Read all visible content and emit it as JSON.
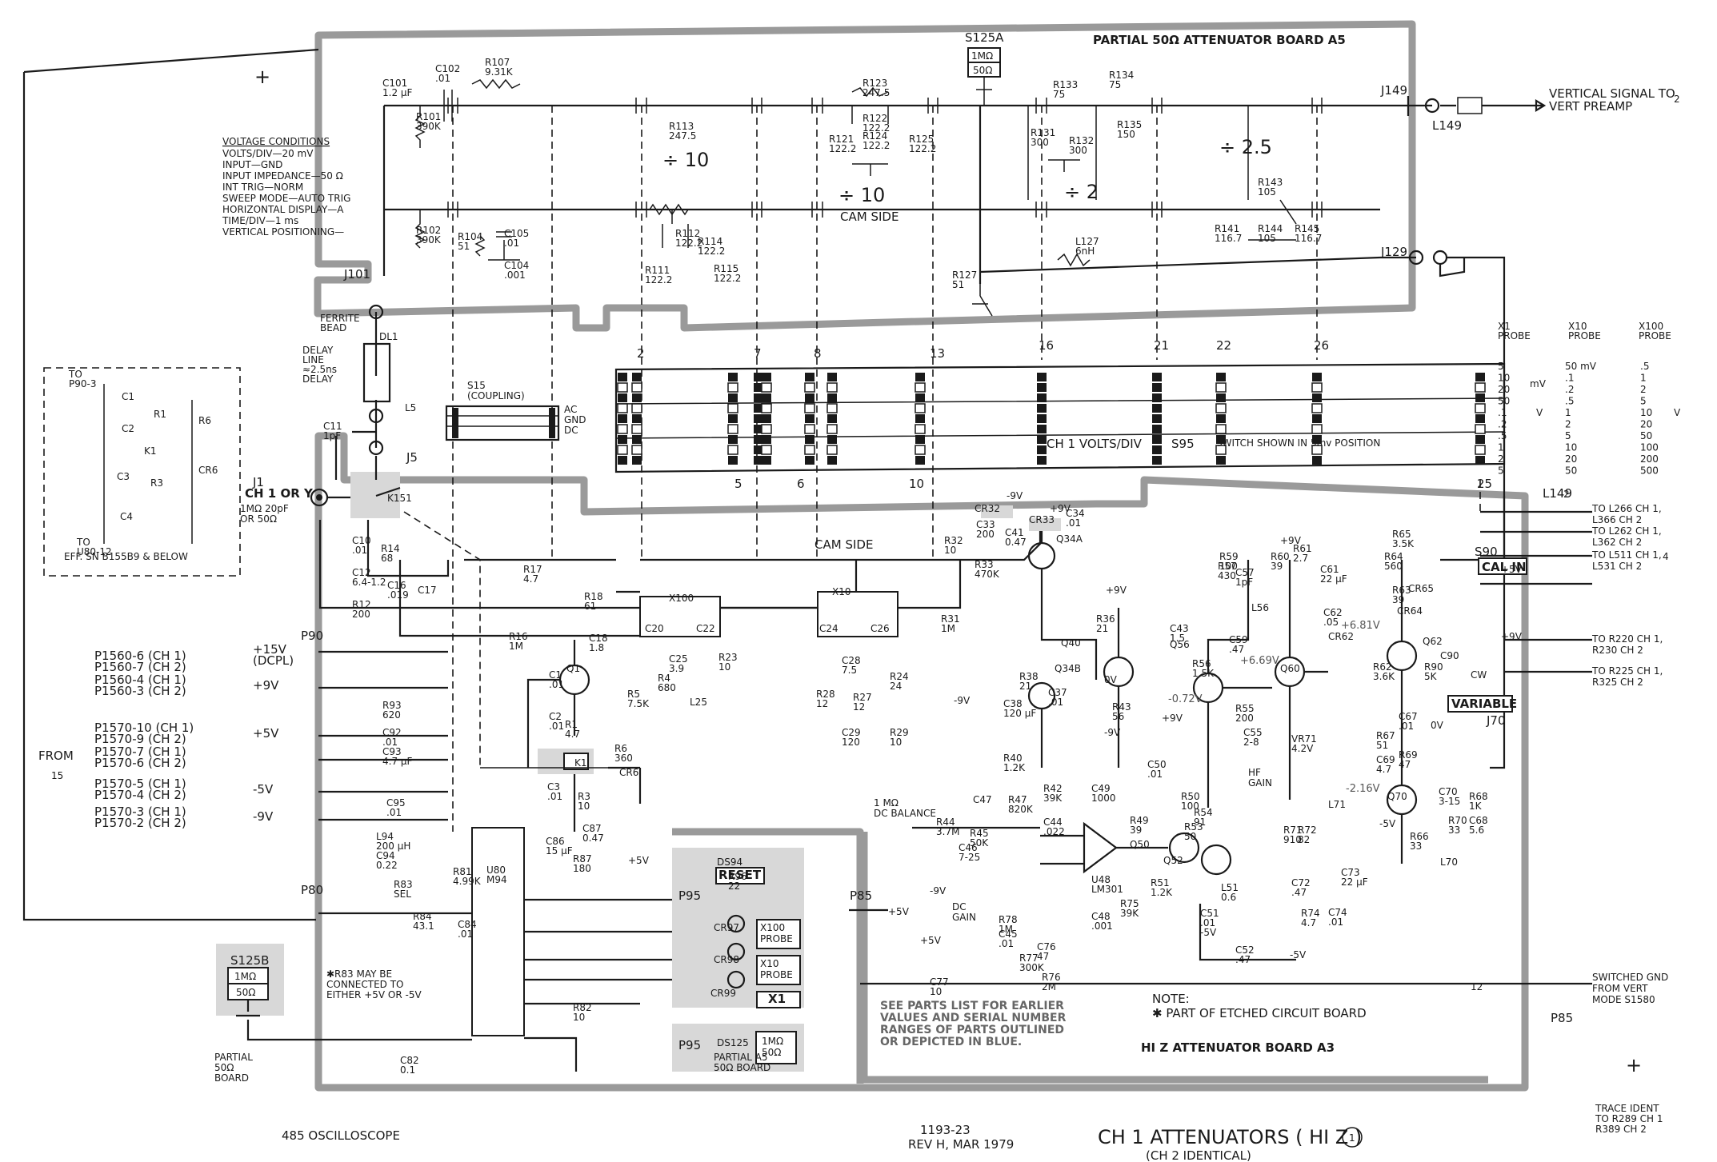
{
  "drawing": {
    "title": "CH 1 ATTENUATORS ( HI Z )",
    "title_ref": "1",
    "subtitle": "(CH 2 IDENTICAL)",
    "instrument": "485 OSCILLOSCOPE",
    "drawing_number": "1193-23",
    "revision": "REV H, MAR 1979"
  },
  "boards": {
    "a5": "PARTIAL 50Ω ATTENUATOR BOARD A5",
    "a3": "HI Z ATTENUATOR BOARD A3",
    "partial_a5": "PARTIAL A5\n50Ω BOARD",
    "partial_50": "PARTIAL\n50Ω\nBOARD"
  },
  "voltage_conditions": {
    "heading": "VOLTAGE CONDITIONS",
    "lines": [
      "VOLTS/DIV—20 mV",
      "INPUT—GND",
      "INPUT IMPEDANCE—50 Ω",
      "INT TRIG—NORM",
      "SWEEP MODE—AUTO TRIG",
      "HORIZONTAL DISPLAY—A",
      "TIME/DIV—1 ms",
      "VERTICAL POSITIONING—"
    ]
  },
  "notes": {
    "parts_list": "SEE PARTS LIST FOR EARLIER\nVALUES AND SERIAL NUMBER\nRANGES OF PARTS OUTLINED\nOR DEPICTED IN BLUE.",
    "note_heading": "NOTE:",
    "note_text": "✱ PART OF ETCHED CIRCUIT BOARD",
    "r83_note": "✱R83 MAY BE\nCONNECTED TO\nEITHER +5V OR -5V",
    "eff_sn": "EFF. SN B155B9 & BELOW"
  },
  "switches": {
    "s95": "CH 1 VOLTS/DIV",
    "s95_id": "S95",
    "s95_note": "SWITCH SHOWN IN 5mv POSITION",
    "s15": "S15\n(COUPLING)",
    "s15_positions": [
      "AC",
      "GND",
      "DC"
    ],
    "s125a": "S125A",
    "s125a_options": [
      "1MΩ",
      "50Ω"
    ],
    "s125b": "S125B",
    "s125b_options": [
      "1MΩ",
      "50Ω"
    ],
    "s90": "S90",
    "s90_label": "CAL IN",
    "variable": "VARIABLE",
    "cam_side": "CAM SIDE",
    "cam_numbers": [
      "2",
      "7",
      "8",
      "13",
      "16",
      "21",
      "22",
      "26",
      "5",
      "6",
      "10",
      "25"
    ]
  },
  "probe_table": {
    "headers": [
      "X1\nPROBE",
      "X10\nPROBE",
      "X100\nPROBE"
    ],
    "x1": [
      "5",
      "10",
      "20",
      "50",
      ".1",
      ".2",
      ".5",
      "1",
      "2",
      "5"
    ],
    "x10": [
      "50 mV",
      ".1",
      ".2",
      ".5",
      "1",
      "2",
      "5",
      "10",
      "20",
      "50"
    ],
    "x100": [
      ".5",
      "1",
      "2",
      "5",
      "10",
      "20",
      "50",
      "100",
      "200",
      "500"
    ],
    "unit_mv": "mV",
    "unit_v": "V"
  },
  "connections": {
    "vertical_signal": "VERTICAL SIGNAL TO\nVERT PREAMP",
    "vertical_ref": "2",
    "to_l266": "TO L266 CH 1,\nL366 CH 2",
    "to_l262": "TO L262 CH 1,\nL362 CH 2",
    "to_l511": "TO L511 CH 1,\nL531 CH 2",
    "to_r220": "TO R220 CH 1,\nR230 CH 2",
    "to_r225": "TO R225 CH 1,\nR325 CH 2",
    "switched_gnd": "SWITCHED GND\nFROM VERT\nMODE S1580",
    "trace_ident": "TRACE IDENT\nTO R289 CH 1\nR389 CH 2",
    "from": "FROM",
    "from_ref": "15",
    "input": "CH 1 OR Y",
    "input_imp": "1MΩ 20pF\nOR 50Ω",
    "ref_2": "2",
    "ref_4": "4",
    "ref_12": "12"
  },
  "p1560_labels": [
    "P1560-6 (CH 1)\nP1560-7 (CH 2)",
    "P1560-4 (CH 1)\nP1560-3 (CH 2)",
    "P1570-10 (CH 1)\nP1570-9 (CH 2)",
    "P1570-7 (CH 1)\nP1570-6 (CH 2)",
    "P1570-5 (CH 1)\nP1570-4 (CH 2)",
    "P1570-3 (CH 1)\nP1570-2 (CH 2)"
  ],
  "supply_labels": [
    "+15V\n(DCPL)",
    "+9V",
    "+5V",
    "-5V",
    "-9V"
  ],
  "connectors": [
    "J101",
    "J149",
    "J129",
    "J1",
    "J5",
    "J70",
    "P90",
    "P80",
    "P95",
    "P85",
    "L149"
  ],
  "components": {
    "a5_board": [
      {
        "ref": "C101",
        "val": "1.2 μF"
      },
      {
        "ref": "C102",
        "val": ".01"
      },
      {
        "ref": "R107",
        "val": "9.31K"
      },
      {
        "ref": "R101",
        "val": "390K"
      },
      {
        "ref": "R102",
        "val": "390K"
      },
      {
        "ref": "R104",
        "val": "51"
      },
      {
        "ref": "C105",
        "val": ".01"
      },
      {
        "ref": "C104",
        "val": ".001"
      },
      {
        "ref": "R113",
        "val": "247.5"
      },
      {
        "ref": "R112",
        "val": "122.2"
      },
      {
        "ref": "R114",
        "val": "122.2"
      },
      {
        "ref": "R111",
        "val": "122.2"
      },
      {
        "ref": "R115",
        "val": "122.2"
      },
      {
        "ref": "R123",
        "val": "247.5"
      },
      {
        "ref": "R121",
        "val": "122.2"
      },
      {
        "ref": "R122",
        "val": "122.2"
      },
      {
        "ref": "R124",
        "val": "122.2"
      },
      {
        "ref": "R125",
        "val": "122.2"
      },
      {
        "ref": "R133",
        "val": "75"
      },
      {
        "ref": "R134",
        "val": "75"
      },
      {
        "ref": "R131",
        "val": "300"
      },
      {
        "ref": "R132",
        "val": "300"
      },
      {
        "ref": "R135",
        "val": "150"
      },
      {
        "ref": "R143",
        "val": "105"
      },
      {
        "ref": "R141",
        "val": "116.7"
      },
      {
        "ref": "R144",
        "val": "105"
      },
      {
        "ref": "R145",
        "val": "116.7"
      },
      {
        "ref": "L127",
        "val": "6nH"
      },
      {
        "ref": "R127",
        "val": "51"
      }
    ],
    "dividers": [
      "÷ 10",
      "÷ 10",
      "÷ 2",
      "÷ 2.5"
    ],
    "a3_board": [
      {
        "ref": "C11",
        "val": "1pF"
      },
      {
        "ref": "K151",
        "val": ""
      },
      {
        "ref": "C10",
        "val": ".01"
      },
      {
        "ref": "R14",
        "val": "68"
      },
      {
        "ref": "C12",
        "val": "6.4-1.2"
      },
      {
        "ref": "C16",
        "val": ".019"
      },
      {
        "ref": "C17",
        "val": ""
      },
      {
        "ref": "R12",
        "val": "200"
      },
      {
        "ref": "R17",
        "val": "4.7"
      },
      {
        "ref": "R18",
        "val": "61"
      },
      {
        "ref": "R16",
        "val": "1M"
      },
      {
        "ref": "C18",
        "val": "1.8"
      },
      {
        "ref": "X100",
        "val": ""
      },
      {
        "ref": "C20",
        "val": ""
      },
      {
        "ref": "C22",
        "val": ""
      },
      {
        "ref": "X10",
        "val": ""
      },
      {
        "ref": "C24",
        "val": ""
      },
      {
        "ref": "C26",
        "val": ""
      },
      {
        "ref": "C25",
        "val": "3.9"
      },
      {
        "ref": "R4",
        "val": "680"
      },
      {
        "ref": "R23",
        "val": "10"
      },
      {
        "ref": "L25",
        "val": ""
      },
      {
        "ref": "R5",
        "val": "7.5K"
      },
      {
        "ref": "Q1",
        "val": ""
      },
      {
        "ref": "C1",
        "val": ".01"
      },
      {
        "ref": "C2",
        "val": ".01"
      },
      {
        "ref": "R1",
        "val": "4.7"
      },
      {
        "ref": "K1",
        "val": ""
      },
      {
        "ref": "R6",
        "val": "360"
      },
      {
        "ref": "CR6",
        "val": ""
      },
      {
        "ref": "C3",
        "val": ".01"
      },
      {
        "ref": "R3",
        "val": "10"
      },
      {
        "ref": "C28",
        "val": "7.5"
      },
      {
        "ref": "R24",
        "val": "24"
      },
      {
        "ref": "R28",
        "val": "12"
      },
      {
        "ref": "R27",
        "val": "12"
      },
      {
        "ref": "C29",
        "val": "120"
      },
      {
        "ref": "R29",
        "val": "10"
      },
      {
        "ref": "R31",
        "val": "1M"
      },
      {
        "ref": "R32",
        "val": "10"
      },
      {
        "ref": "CR32",
        "val": ""
      },
      {
        "ref": "C33",
        "val": "200"
      },
      {
        "ref": "CR33",
        "val": ""
      },
      {
        "ref": "R33",
        "val": "470K"
      },
      {
        "ref": "C34",
        "val": ".01"
      },
      {
        "ref": "Q34A",
        "val": ""
      },
      {
        "ref": "C41",
        "val": "0.47"
      },
      {
        "ref": "R36",
        "val": "21"
      },
      {
        "ref": "Q40",
        "val": ""
      },
      {
        "ref": "Q34B",
        "val": ""
      },
      {
        "ref": "R38",
        "val": "21"
      },
      {
        "ref": "C37",
        "val": ".01"
      },
      {
        "ref": "C38",
        "val": "120 μF"
      },
      {
        "ref": "R40",
        "val": "1.2K"
      },
      {
        "ref": "R43",
        "val": "56"
      },
      {
        "ref": "C43",
        "val": "1.5"
      },
      {
        "ref": "Q56",
        "val": ""
      },
      {
        "ref": "R56",
        "val": "1.5K"
      },
      {
        "ref": "R59",
        "val": "100"
      },
      {
        "ref": "R57",
        "val": "430"
      },
      {
        "ref": "C57",
        "val": "1pF"
      },
      {
        "ref": "L56",
        "val": ""
      },
      {
        "ref": "C59",
        "val": ".47"
      },
      {
        "ref": "R60",
        "val": "39"
      },
      {
        "ref": "R61",
        "val": "2.7"
      },
      {
        "ref": "Q60",
        "val": ""
      },
      {
        "ref": "C61",
        "val": "22 μF"
      },
      {
        "ref": "C62",
        "val": ".05"
      },
      {
        "ref": "CR62",
        "val": ""
      },
      {
        "ref": "R55",
        "val": "200"
      },
      {
        "ref": "C55",
        "val": "2-8"
      },
      {
        "ref": "VR71",
        "val": "4.2V"
      },
      {
        "ref": "R65",
        "val": "3.5K"
      },
      {
        "ref": "R64",
        "val": "560"
      },
      {
        "ref": "CR65",
        "val": ""
      },
      {
        "ref": "CR64",
        "val": ""
      },
      {
        "ref": "R63",
        "val": "39"
      },
      {
        "ref": "Q62",
        "val": ""
      },
      {
        "ref": "R62",
        "val": "3.6K"
      },
      {
        "ref": "R90",
        "val": "5K"
      },
      {
        "ref": "C90",
        "val": ""
      },
      {
        "ref": "C67",
        "val": ".01"
      },
      {
        "ref": "R67",
        "val": "51"
      },
      {
        "ref": "C69",
        "val": "4.7"
      },
      {
        "ref": "R69",
        "val": "47"
      },
      {
        "ref": "Q70",
        "val": ""
      },
      {
        "ref": "C70",
        "val": "3-15"
      },
      {
        "ref": "R70",
        "val": "33"
      },
      {
        "ref": "R66",
        "val": "33"
      },
      {
        "ref": "L70",
        "val": ""
      },
      {
        "ref": "R68",
        "val": "1K"
      },
      {
        "ref": "C68",
        "val": "5.6"
      },
      {
        "ref": "L71",
        "val": ""
      },
      {
        "ref": "R71",
        "val": "910"
      },
      {
        "ref": "R72",
        "val": "82"
      },
      {
        "ref": "C73",
        "val": "22 μF"
      },
      {
        "ref": "C72",
        "val": ".47"
      },
      {
        "ref": "R74",
        "val": "4.7"
      },
      {
        "ref": "C74",
        "val": ".01"
      },
      {
        "ref": "R42",
        "val": "39K"
      },
      {
        "ref": "C49",
        "val": "1000"
      },
      {
        "ref": "C50",
        "val": ".01"
      },
      {
        "ref": "R50",
        "val": "100"
      },
      {
        "ref": "R54",
        "val": "91"
      },
      {
        "ref": "R53",
        "val": "50"
      },
      {
        "ref": "R49",
        "val": "39"
      },
      {
        "ref": "Q50",
        "val": ""
      },
      {
        "ref": "Q52",
        "val": ""
      },
      {
        "ref": "R51",
        "val": "1.2K"
      },
      {
        "ref": "C51",
        "val": ".01"
      },
      {
        "ref": "L51",
        "val": "0.6"
      },
      {
        "ref": "C52",
        "val": ".47"
      },
      {
        "ref": "R75",
        "val": "39K"
      },
      {
        "ref": "U48",
        "val": "LM301"
      },
      {
        "ref": "C48",
        "val": ".001"
      },
      {
        "ref": "C44",
        "val": ".022"
      },
      {
        "ref": "C47",
        "val": ""
      },
      {
        "ref": "R44",
        "val": "3.7M"
      },
      {
        "ref": "R45",
        "val": "50K"
      },
      {
        "ref": "R47",
        "val": "820K"
      },
      {
        "ref": "C46",
        "val": "7-25"
      },
      {
        "ref": "C45",
        "val": ".01"
      },
      {
        "ref": "R78",
        "val": "1M"
      },
      {
        "ref": "R77",
        "val": "300K"
      },
      {
        "ref": "C76",
        "val": "47"
      },
      {
        "ref": "R76",
        "val": "2M"
      },
      {
        "ref": "C77",
        "val": "10"
      },
      {
        "ref": "R93",
        "val": "620"
      },
      {
        "ref": "C92",
        "val": ".01"
      },
      {
        "ref": "C93",
        "val": "4.7 μF"
      },
      {
        "ref": "C95",
        "val": ".01"
      },
      {
        "ref": "L94",
        "val": "200 μH"
      },
      {
        "ref": "C94",
        "val": "0.22"
      },
      {
        "ref": "R81",
        "val": "4.99K"
      },
      {
        "ref": "R83",
        "val": "SEL"
      },
      {
        "ref": "R84",
        "val": "43.1"
      },
      {
        "ref": "C84",
        "val": ".01"
      },
      {
        "ref": "C82",
        "val": "0.1"
      },
      {
        "ref": "U80",
        "val": "M94"
      },
      {
        "ref": "C86",
        "val": "15 μF"
      },
      {
        "ref": "C87",
        "val": "0.47"
      },
      {
        "ref": "R87",
        "val": "180"
      },
      {
        "ref": "R96",
        "val": "22"
      },
      {
        "ref": "R82",
        "val": "10"
      },
      {
        "ref": "DS94",
        "val": ""
      },
      {
        "ref": "DS125",
        "val": ""
      },
      {
        "ref": "CR97",
        "val": ""
      },
      {
        "ref": "CR98",
        "val": ""
      },
      {
        "ref": "CR99",
        "val": ""
      },
      {
        "ref": "DL1",
        "val": ""
      },
      {
        "ref": "L5",
        "val": ""
      }
    ],
    "ds94_labels": [
      "RESET",
      "X100\nPROBE",
      "X10\nPROBE",
      "X1"
    ],
    "ds125_label": "1MΩ\n50Ω",
    "delay_line": "DELAY\nLINE\n≈2.5ns\nDELAY",
    "ferrite": "FERRITE\nBEAD",
    "dc_balance": "1 MΩ\nDC BALANCE",
    "dc_gain": "DC\nGAIN",
    "hf_gain": "HF\nGAIN",
    "cw": "CW"
  },
  "voltages": {
    "neg9": "-9V",
    "pos9": "+9V",
    "pos5": "+5V",
    "neg5": "-5V",
    "ov": "0V",
    "v_neg072": "-0.72V",
    "v_669": "+6.69V",
    "v_681": "+6.81V",
    "v_neg216": "-2.16V"
  },
  "inset": {
    "to_top": "TO\nP90-3",
    "to_bottom": "TO\nU80-12",
    "parts": [
      "C1",
      "C2",
      "R1",
      "K1",
      "C3",
      "R3",
      "C4",
      "R6",
      "CR6"
    ]
  },
  "colors": {
    "ink": "#1a1a1a",
    "board_outline": "#9a9a9a",
    "shade": "#d8d8d8",
    "grey_text": "#555555"
  }
}
